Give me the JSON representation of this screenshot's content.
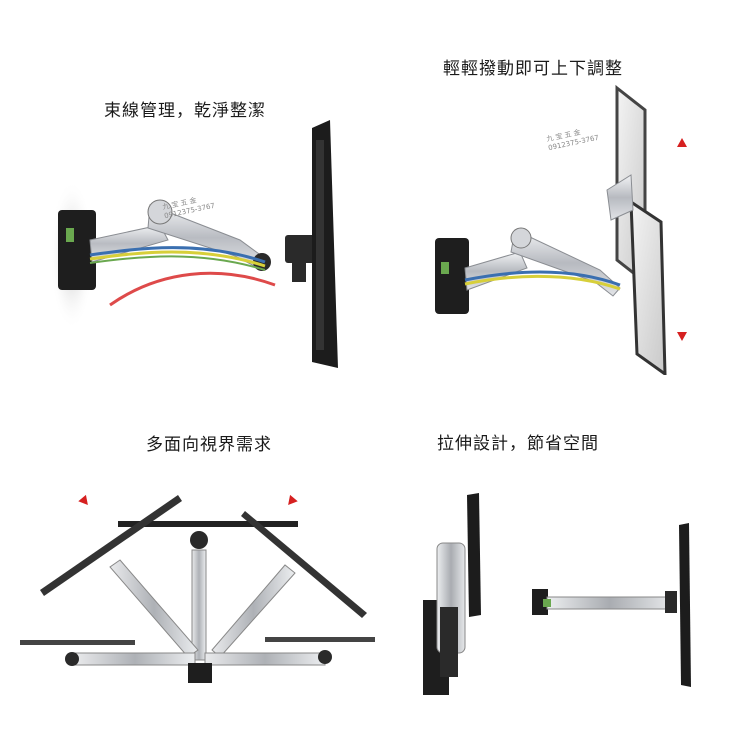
{
  "panels": [
    {
      "caption": "束線管理，乾淨整潔"
    },
    {
      "caption": "輕輕撥動即可上下調整"
    },
    {
      "caption": "多面向視界需求"
    },
    {
      "caption": "拉伸設計，節省空間"
    }
  ],
  "watermark": {
    "line1": "九 宝 五 金",
    "line2": "0912375-3767"
  },
  "colors": {
    "arrow_red": "#d62020",
    "cable_red": "#d82a2a",
    "cable_yellow": "#d7cf3a",
    "cable_blue": "#3a6fb0",
    "cable_green": "#6aa84f",
    "arm_silver": "#c9ccd1",
    "screen_black": "#1c1c1c"
  },
  "icons": [
    "arrow-up-icon",
    "arrow-down-icon",
    "arrow-inward-icon"
  ]
}
